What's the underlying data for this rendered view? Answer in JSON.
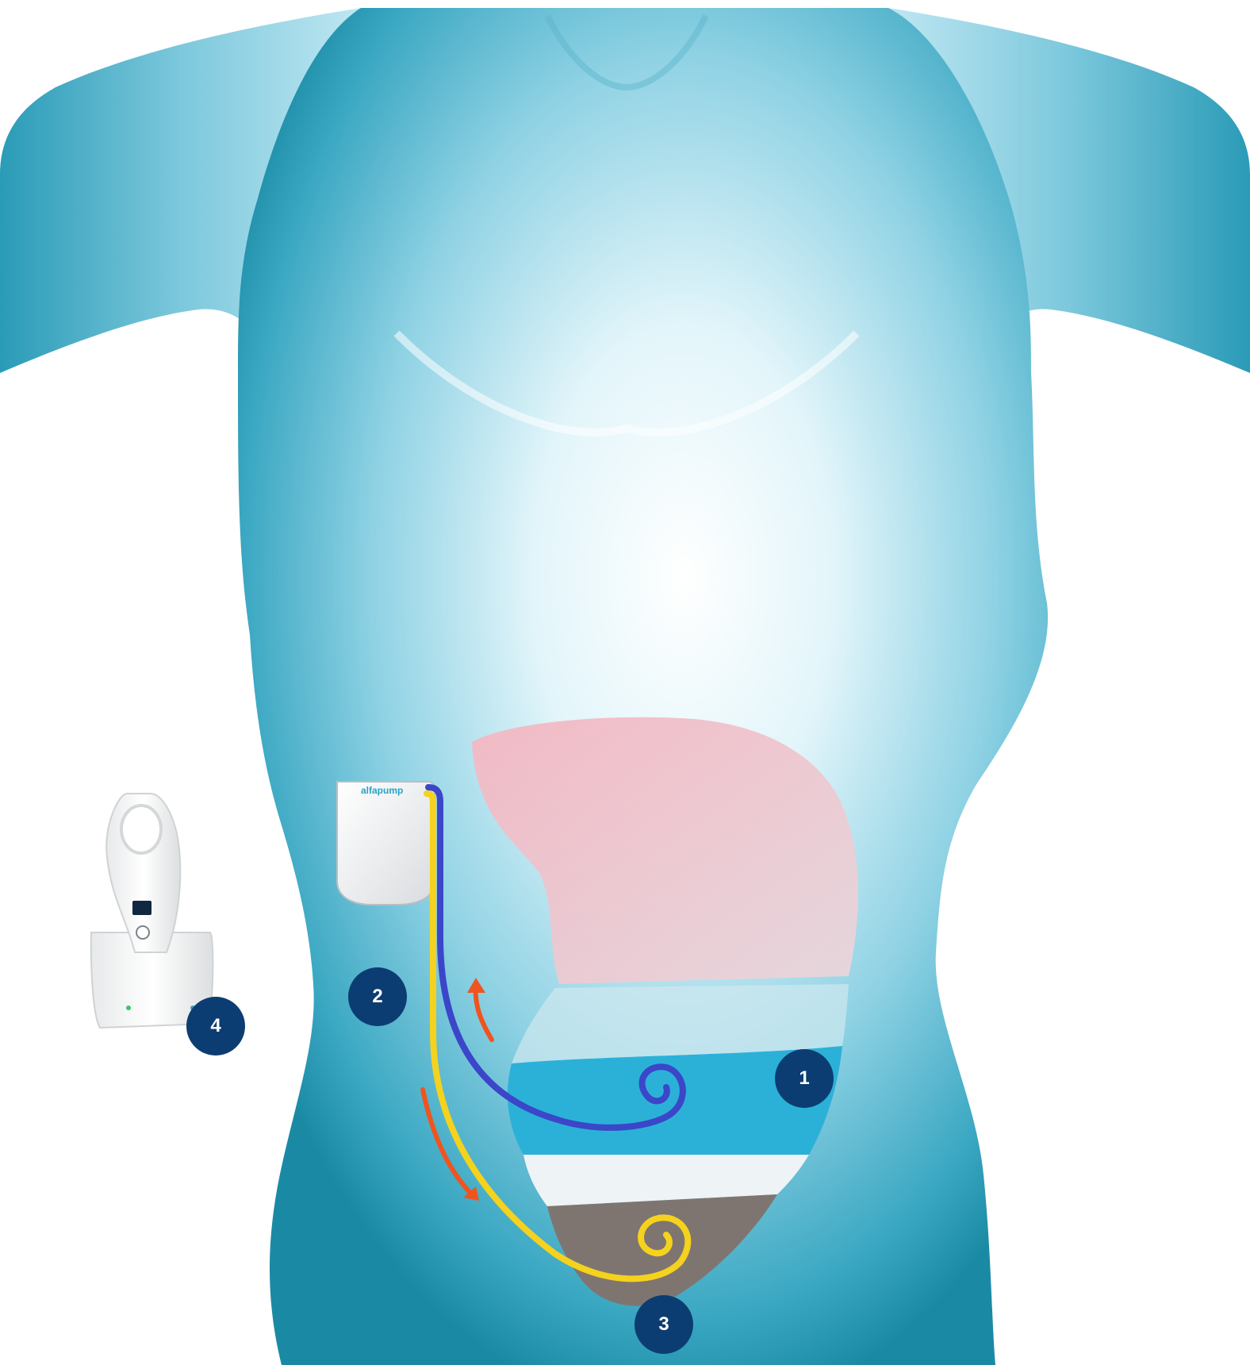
{
  "colors": {
    "body_light": "#e6f6fb",
    "body_mid": "#8fd3e6",
    "body_dark": "#1a8aa4",
    "liver": "#f2c0c8",
    "bladder": "#2bb1d8",
    "peritoneum": "#7f7570",
    "catheter_blue": "#3b46c8",
    "catheter_yellow": "#f4d21e",
    "flow_arrow": "#f0541e",
    "badge": "#0c3d72",
    "device": "#f4f4f4"
  },
  "device": {
    "brand_logo_text": "alfapump"
  },
  "callouts": [
    {
      "number": "1",
      "target": "bladder"
    },
    {
      "number": "2",
      "target": "implanted-pump"
    },
    {
      "number": "3",
      "target": "peritoneal-catheter"
    },
    {
      "number": "4",
      "target": "charger"
    }
  ]
}
